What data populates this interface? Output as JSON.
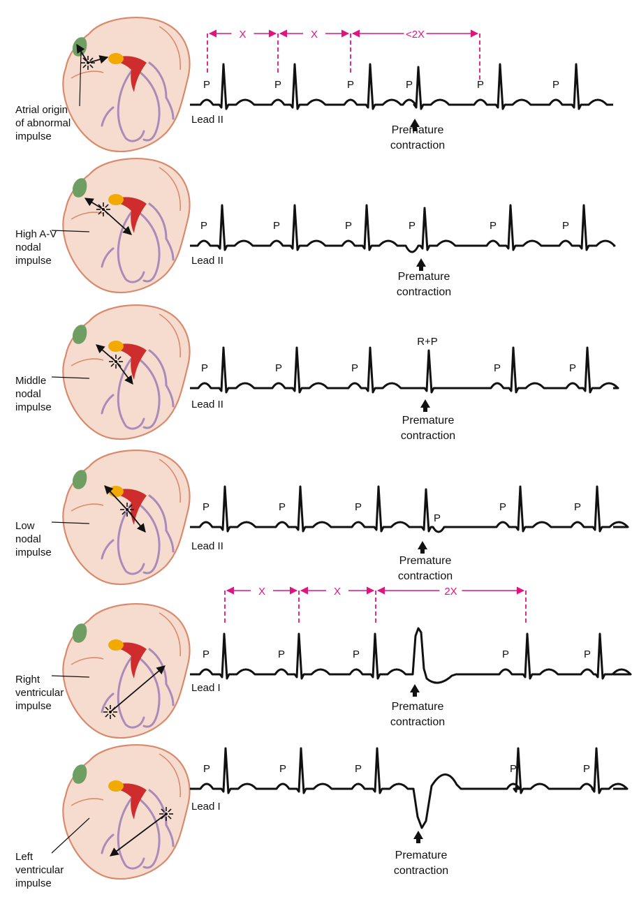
{
  "colors": {
    "trace": "#111111",
    "interval": "#e0147f",
    "heart_fill": "#f6dccf",
    "heart_outline": "#d98a6c",
    "sa_node": "#6f9e62",
    "av_node": "#f2a900",
    "bundle": "#cf2d2d",
    "purkinje": "#a98ab8"
  },
  "panels": [
    {
      "origin_label": [
        "Atrial origin",
        "of abnormal",
        "impulse"
      ],
      "lead": "Lead II",
      "special_label": "",
      "p_labels": [
        "P",
        "P",
        "P",
        "P",
        "P",
        "P"
      ],
      "premature": [
        "Premature",
        "contraction"
      ],
      "intervals": [
        "X",
        "X",
        "<2X"
      ],
      "focus": "atrial"
    },
    {
      "origin_label": [
        "High A-V",
        "nodal",
        "impulse"
      ],
      "lead": "Lead II",
      "special_label": "",
      "p_labels": [
        "P",
        "P",
        "P",
        "P",
        "P",
        "P"
      ],
      "premature": [
        "Premature",
        "contraction"
      ],
      "intervals": [],
      "focus": "high-nodal"
    },
    {
      "origin_label": [
        "Middle",
        "nodal",
        "impulse"
      ],
      "lead": "Lead II",
      "special_label": "R+P",
      "p_labels": [
        "P",
        "P",
        "P",
        "P",
        "P"
      ],
      "premature": [
        "Premature",
        "contraction"
      ],
      "intervals": [],
      "focus": "middle-nodal"
    },
    {
      "origin_label": [
        "Low",
        "nodal",
        "impulse"
      ],
      "lead": "Lead II",
      "special_label": "",
      "p_labels": [
        "P",
        "P",
        "P",
        "P",
        "P",
        "P"
      ],
      "premature": [
        "Premature",
        "contraction"
      ],
      "intervals": [],
      "focus": "low-nodal"
    },
    {
      "origin_label": [
        "Right",
        "ventricular",
        "impulse"
      ],
      "lead": "Lead I",
      "special_label": "",
      "p_labels": [
        "P",
        "P",
        "P",
        "P",
        "P"
      ],
      "premature": [
        "Premature",
        "contraction"
      ],
      "intervals": [
        "X",
        "X",
        "2X"
      ],
      "focus": "right-ventricular"
    },
    {
      "origin_label": [
        "Left",
        "ventricular",
        "impulse"
      ],
      "lead": "Lead I",
      "special_label": "",
      "p_labels": [
        "P",
        "P",
        "P",
        "P",
        "P"
      ],
      "premature": [
        "Premature",
        "contraction"
      ],
      "intervals": [],
      "focus": "left-ventricular"
    }
  ]
}
